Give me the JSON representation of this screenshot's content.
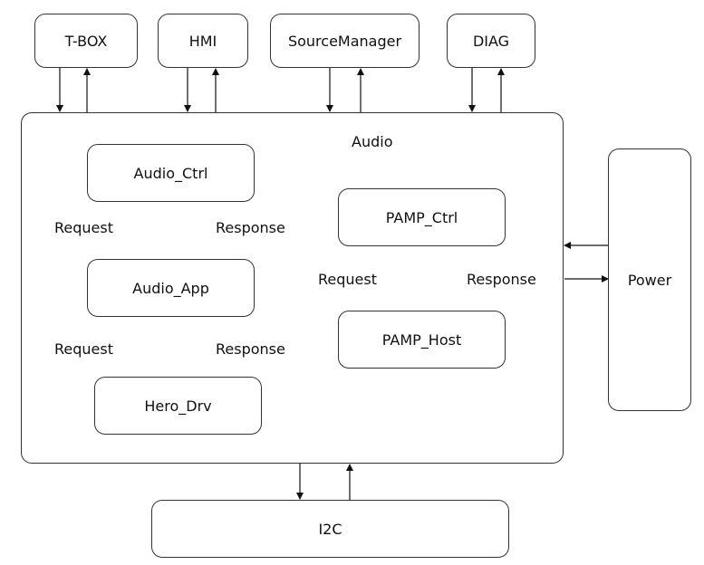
{
  "external": {
    "tbox": "T-BOX",
    "hmi": "HMI",
    "source_manager": "SourceManager",
    "diag": "DIAG"
  },
  "audio": {
    "title": "Audio",
    "audio_ctrl": "Audio_Ctrl",
    "audio_app": "Audio_App",
    "hero_drv": "Hero_Drv",
    "pamp_ctrl": "PAMP_Ctrl",
    "pamp_host": "PAMP_Host",
    "request_label": "Request",
    "response_label": "Response"
  },
  "power": "Power",
  "i2c": "I2C"
}
